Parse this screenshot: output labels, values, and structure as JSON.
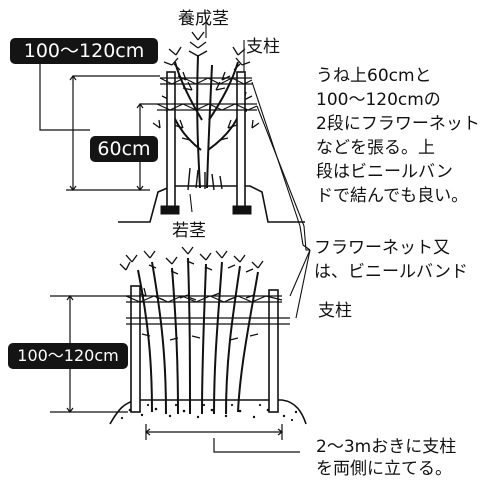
{
  "labels": {
    "stem_top": "養成茎",
    "pole_top": "支柱",
    "young_stem": "若茎",
    "pole_bottom": "支柱",
    "dim_top_outer": "100～120cm",
    "dim_top_inner": "60cm",
    "dim_bottom": "100～120cm"
  },
  "notes": {
    "net_height": "うね上60cmと\n100～120cmの\n2段にフラワーネット\nなどを張る。上\n段はビニールバン\nドで結んでも良い。",
    "net_type": "フラワーネット又\nは、ビニールバンド",
    "pole_spacing": "2～3mおきに支柱\nを両側に立てる。"
  }
}
